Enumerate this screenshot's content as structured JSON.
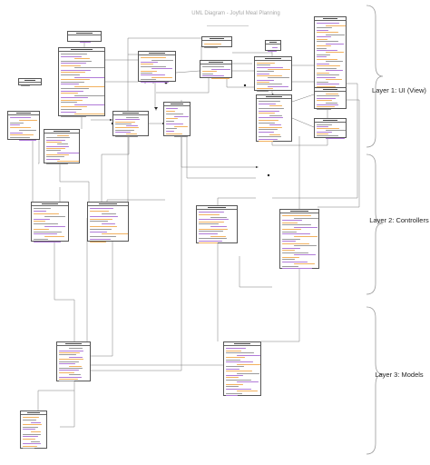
{
  "title": "UML Diagram - Joyful Meal Planning",
  "layers": [
    {
      "label": "Layer 1: UI (View)"
    },
    {
      "label": "Layer 2: Controllers"
    },
    {
      "label": "Layer 3: Models"
    }
  ],
  "colors": {
    "box_border": "#555555",
    "connector": "#7a7a7a",
    "attribute_purple": "#b07ad8",
    "attribute_orange": "#f2b15e",
    "attribute_gray": "#9a9a9a",
    "brace": "#9a9a9a",
    "title": "#a8a8a8"
  }
}
